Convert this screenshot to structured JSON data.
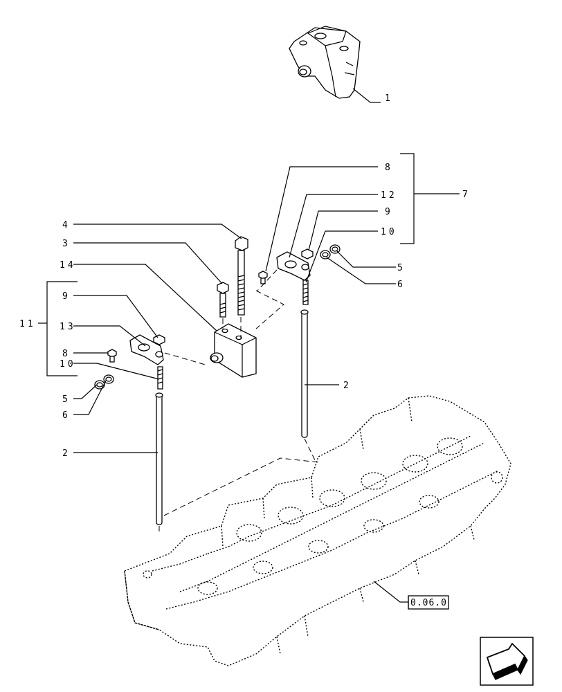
{
  "callouts": {
    "c1": "1",
    "c2a": "2",
    "c2b": "2",
    "c3": "3",
    "c4": "4",
    "c5a": "5",
    "c5b": "5",
    "c6a": "6",
    "c6b": "6",
    "c7": "7",
    "c8a": "8",
    "c8b": "8",
    "c9a": "9",
    "c9b": "9",
    "c10a": "10",
    "c10b": "10",
    "c11": "11",
    "c12": "12",
    "c13": "13",
    "c14": "14"
  },
  "reference": {
    "label": "0.06.0"
  },
  "nav": {
    "icon": "next-page-arrow-icon"
  }
}
